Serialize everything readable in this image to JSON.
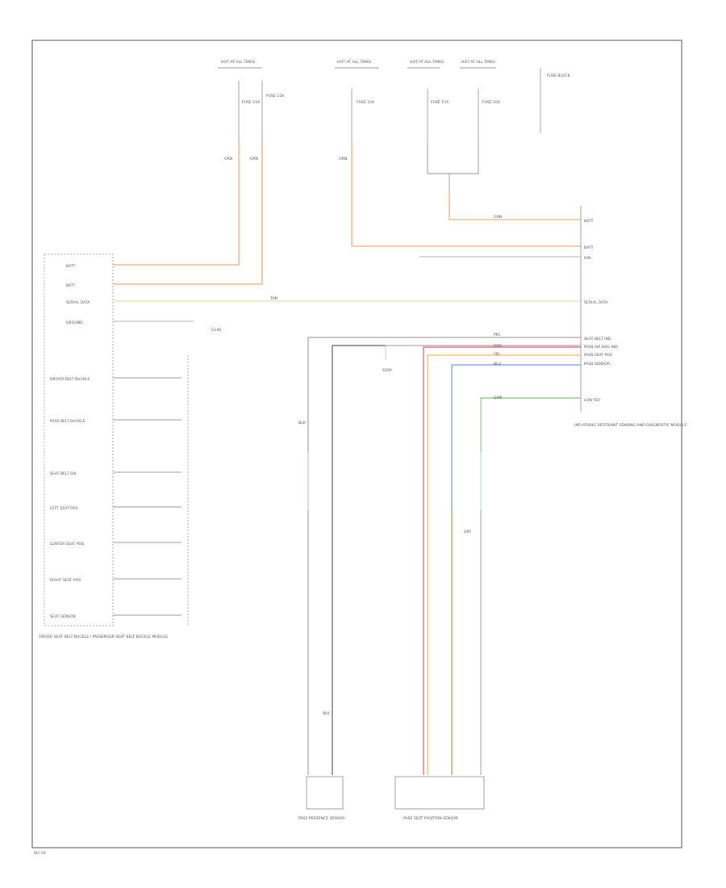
{
  "diagram": {
    "corner_code": "W1 24",
    "top_fuse_labels": [
      "HOT AT ALL TIMES",
      "HOT AT ALL TIMES",
      "HOT AT ALL TIMES",
      "HOT AT ALL TIMES"
    ],
    "fuse_block_label": "FUSE BLOCK",
    "fuses": [
      "FUSE 10A",
      "FUSE 15A",
      "FUSE 10A",
      "FUSE 15A",
      "FUSE 20A"
    ],
    "left_module_pins": [
      "BATT",
      "BATT",
      "SERIAL DATA",
      "GROUND"
    ],
    "left_switches": [
      "DRIVER BELT BUCKLE",
      "PASS BELT BUCKLE",
      "SEAT BELT SW",
      "LEFT SEAT POS",
      "CENTER SEAT POS",
      "RIGHT SEAT POS",
      "SEAT SENSOR"
    ],
    "left_module_name": "DRIVER SEAT BELT BUCKLE / PASSENGER SEAT BELT BUCKLE MODULE",
    "right_module_pins": [
      "BATT",
      "BATT",
      "IGN",
      "SERIAL DATA",
      "SEAT BELT IND",
      "PASS AIR BAG IND",
      "PASS SEAT POS",
      "PASS SENSOR",
      "LOW REF"
    ],
    "right_module_name": "INFLATABLE RESTRAINT SENSING AND DIAGNOSTIC MODULE",
    "wire_colors": [
      "ORN",
      "ORN",
      "ORN",
      "ORN",
      "TAN",
      "BLK",
      "BLK",
      "PPL",
      "RED",
      "YEL",
      "BLU",
      "GRN",
      "GRY"
    ],
    "sensor_left_name": "PASS PRESENCE SENSOR",
    "sensor_right_name": "PASS SEAT POSITION SENSOR",
    "splice_label": "S200",
    "ground_label": "G100"
  }
}
